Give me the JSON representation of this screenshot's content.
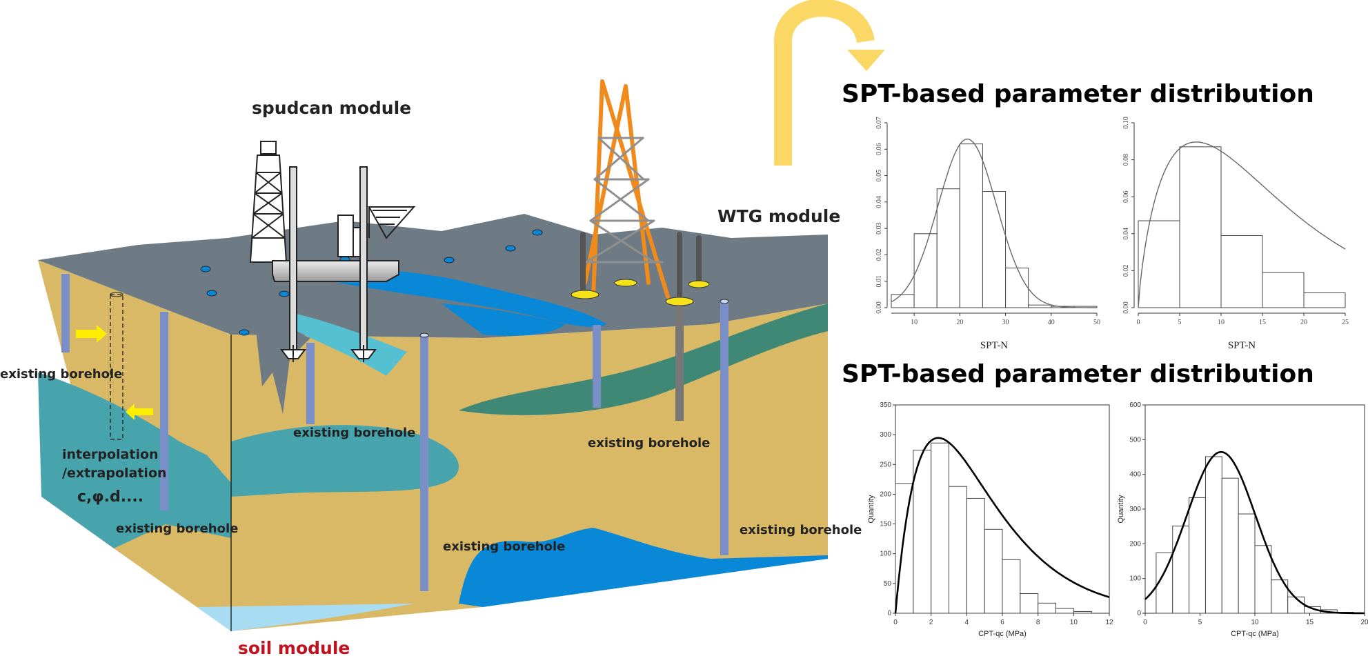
{
  "labels": {
    "spudcan": "spudcan  module",
    "wtg": "WTG  module",
    "soil": "soil  module",
    "borehole": "existing borehole",
    "interp1": "interpolation",
    "interp2": "/extrapolation",
    "params": "c,φ.d...."
  },
  "titles": {
    "spt": "SPT-based parameter distribution",
    "cpt": "SPT-based parameter distribution"
  },
  "colors": {
    "ground_top": "#6e7b84",
    "sand": "#d9b866",
    "water_blue": "#0a88d8",
    "light_cyan": "#55c0d2",
    "teal": "#47a3ac",
    "green": "#3f8876",
    "borehole": "#7a8fc8",
    "arrow_yellow": "#fbd766",
    "small_arrow": "#ffee00",
    "steel": "#f08a1a"
  },
  "chart_data": [
    {
      "type": "bar",
      "xlabel": "SPT-N",
      "ylabel": "",
      "bin_edges": [
        5,
        10,
        15,
        20,
        25,
        30,
        35,
        40,
        45,
        50
      ],
      "values": [
        0.005,
        0.028,
        0.045,
        0.062,
        0.044,
        0.015,
        0.001,
        0.0005,
        0.0005
      ],
      "xlim": [
        5,
        50
      ],
      "ylim": [
        0,
        0.07
      ],
      "xticks": [
        "10",
        "20",
        "30",
        "40",
        "50"
      ],
      "yticks": [
        "0.00",
        "0.01",
        "0.02",
        "0.03",
        "0.04",
        "0.05",
        "0.06",
        "0.07"
      ],
      "curve": "normal"
    },
    {
      "type": "bar",
      "xlabel": "SPT-N",
      "ylabel": "",
      "bin_edges": [
        0,
        5,
        10,
        15,
        20,
        25
      ],
      "values": [
        0.047,
        0.087,
        0.039,
        0.019,
        0.008
      ],
      "xlim": [
        0,
        25
      ],
      "ylim": [
        0,
        0.1
      ],
      "xticks": [
        "0",
        "5",
        "10",
        "15",
        "20",
        "25"
      ],
      "yticks": [
        "0.00",
        "0.02",
        "0.04",
        "0.06",
        "0.08",
        "0.10"
      ],
      "curve": "lognormal"
    },
    {
      "type": "bar",
      "xlabel": "CPT-qc (MPa)",
      "ylabel": "Quantity",
      "bin_edges": [
        0,
        1,
        2,
        3,
        4,
        5,
        6,
        7,
        8,
        9,
        10,
        11
      ],
      "values": [
        218,
        274,
        286,
        213,
        193,
        141,
        90,
        33,
        17,
        8,
        3
      ],
      "xlim": [
        0,
        12
      ],
      "ylim": [
        0,
        350
      ],
      "xticks": [
        "0",
        "2",
        "4",
        "6",
        "8",
        "10",
        "12"
      ],
      "yticks": [
        "0",
        "50",
        "100",
        "150",
        "200",
        "250",
        "300",
        "350"
      ],
      "curve": "gamma"
    },
    {
      "type": "bar",
      "xlabel": "CPT-qc (MPa)",
      "ylabel": "Quantity",
      "bin_edges": [
        1,
        2.5,
        4,
        5.5,
        7,
        8.5,
        10,
        11.5,
        13,
        14.5,
        16,
        17.5,
        19
      ],
      "values": [
        174,
        251,
        333,
        451,
        389,
        286,
        195,
        96,
        47,
        19,
        10,
        3
      ],
      "xlim": [
        0,
        20
      ],
      "ylim": [
        0,
        600
      ],
      "xticks": [
        "0",
        "5",
        "10",
        "15",
        "20"
      ],
      "yticks": [
        "0",
        "100",
        "200",
        "300",
        "400",
        "500",
        "600"
      ],
      "curve": "normal"
    }
  ]
}
